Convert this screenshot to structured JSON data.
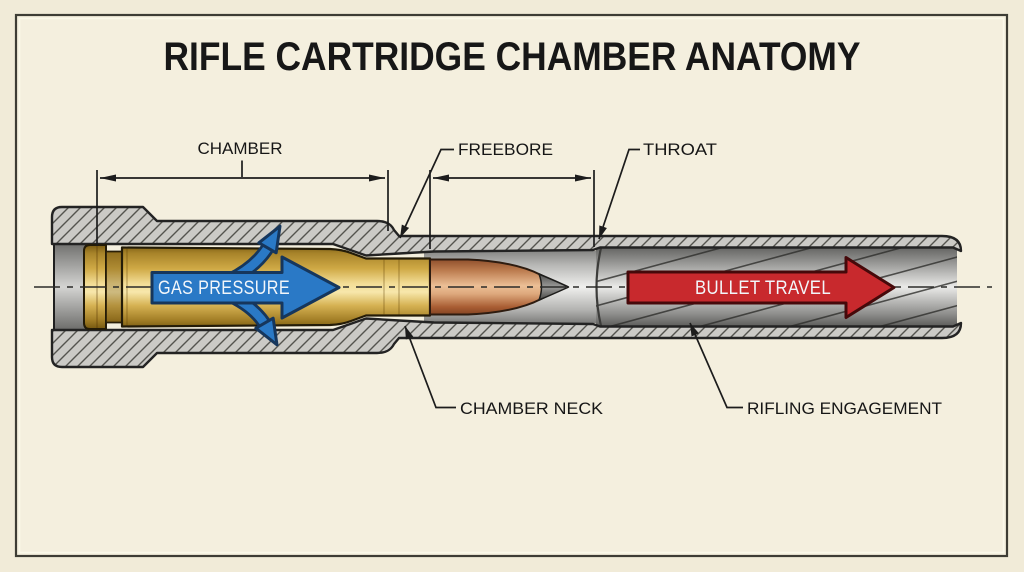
{
  "title": "RIFLE CARTRIDGE CHAMBER ANATOMY",
  "callouts": {
    "chamber": "CHAMBER",
    "freebore": "FREEBORE",
    "throat": "THROAT",
    "chamber_neck": "CHAMBER NECK",
    "rifling_engagement": "RIFLING ENGAGEMENT"
  },
  "flow_annotations": {
    "gas_pressure": "GAS PRESSURE",
    "bullet_travel": "BULLET TRAVEL"
  },
  "colors": {
    "paper": "#f4efde",
    "paper_outer": "#f1ebd8",
    "frame_border": "#3e3d35",
    "steel_fill": "#cbcac6",
    "hatch_line": "#54544f",
    "outline_ink": "#232323",
    "brass_light": "#f3dd96",
    "brass_dark": "#7a5c14",
    "copper_light": "#ecbf96",
    "copper_dark": "#8a4a28",
    "gas_arrow_blue": "#2a79c6",
    "gas_arrow_outline": "#16365c",
    "bullet_arrow_red": "#c8292d",
    "bullet_arrow_outline": "#46090a",
    "annotation_ink": "#1c1c1c"
  }
}
